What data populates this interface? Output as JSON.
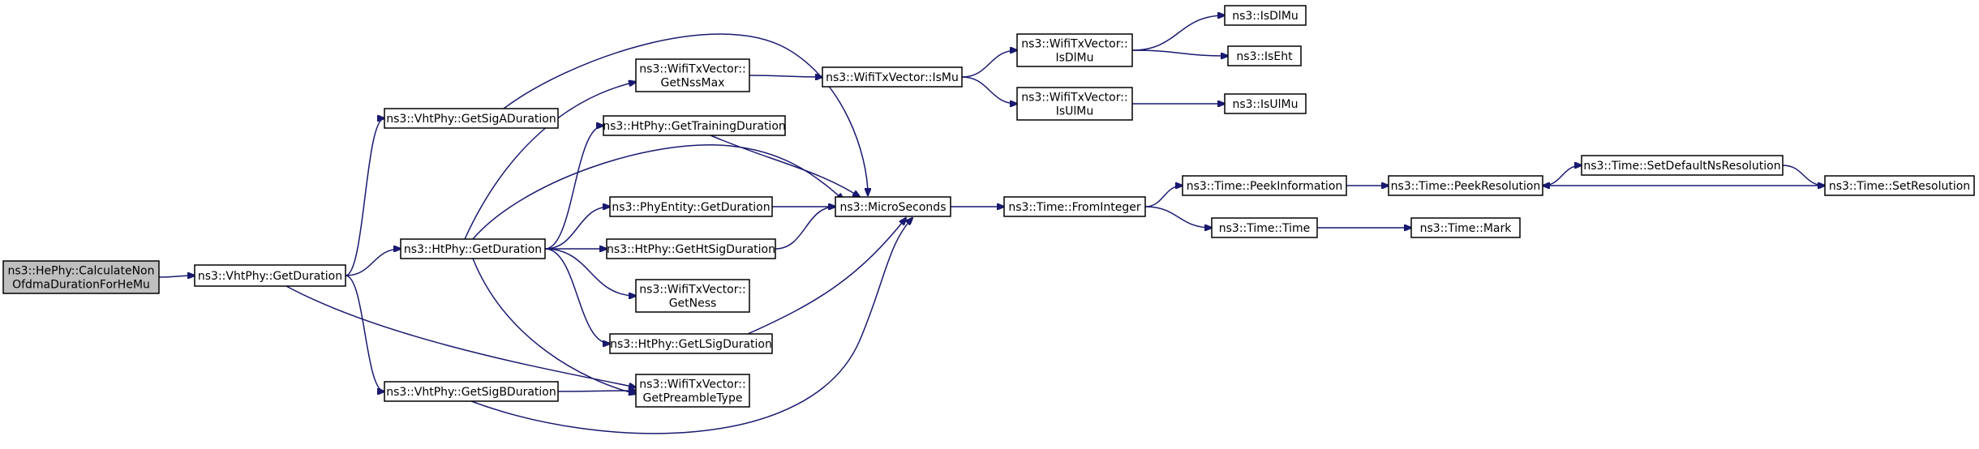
{
  "colors": {
    "edge": "#191970",
    "node_fill": "#ffffff",
    "root_fill": "#bfbfbf",
    "border": "#000000"
  },
  "nodes": {
    "calc": {
      "lines": [
        "ns3::HePhy::CalculateNon",
        "OfdmaDurationForHeMu"
      ]
    },
    "vht_getdur": {
      "lines": [
        "ns3::VhtPhy::GetDuration"
      ]
    },
    "vht_siga": {
      "lines": [
        "ns3::VhtPhy::GetSigADuration"
      ]
    },
    "ht_getdur": {
      "lines": [
        "ns3::HtPhy::GetDuration"
      ]
    },
    "vht_sigb": {
      "lines": [
        "ns3::VhtPhy::GetSigBDuration"
      ]
    },
    "wtv_nssmax": {
      "lines": [
        "ns3::WifiTxVector::",
        "GetNssMax"
      ]
    },
    "ht_training": {
      "lines": [
        "ns3::HtPhy::GetTrainingDuration"
      ]
    },
    "phyent_dur": {
      "lines": [
        "ns3::PhyEntity::GetDuration"
      ]
    },
    "ht_htsig": {
      "lines": [
        "ns3::HtPhy::GetHtSigDuration"
      ]
    },
    "wtv_ness": {
      "lines": [
        "ns3::WifiTxVector::",
        "GetNess"
      ]
    },
    "ht_lsig": {
      "lines": [
        "ns3::HtPhy::GetLSigDuration"
      ]
    },
    "wtv_preamble": {
      "lines": [
        "ns3::WifiTxVector::",
        "GetPreambleType"
      ]
    },
    "wtv_ismu": {
      "lines": [
        "ns3::WifiTxVector::IsMu"
      ]
    },
    "microseconds": {
      "lines": [
        "ns3::MicroSeconds"
      ]
    },
    "wtv_isdlmu": {
      "lines": [
        "ns3::WifiTxVector::",
        "IsDlMu"
      ]
    },
    "wtv_isulmu": {
      "lines": [
        "ns3::WifiTxVector::",
        "IsUlMu"
      ]
    },
    "isdlmu": {
      "lines": [
        "ns3::IsDlMu"
      ]
    },
    "iseht": {
      "lines": [
        "ns3::IsEht"
      ]
    },
    "isulmu": {
      "lines": [
        "ns3::IsUlMu"
      ]
    },
    "time_fromint": {
      "lines": [
        "ns3::Time::FromInteger"
      ]
    },
    "time_peekinfo": {
      "lines": [
        "ns3::Time::PeekInformation"
      ]
    },
    "time_time": {
      "lines": [
        "ns3::Time::Time"
      ]
    },
    "time_peekres": {
      "lines": [
        "ns3::Time::PeekResolution"
      ]
    },
    "time_mark": {
      "lines": [
        "ns3::Time::Mark"
      ]
    },
    "time_setdef": {
      "lines": [
        "ns3::Time::SetDefaultNsResolution"
      ]
    },
    "time_setres": {
      "lines": [
        "ns3::Time::SetResolution"
      ]
    }
  },
  "edges": [
    [
      "calc",
      "vht_getdur"
    ],
    [
      "vht_getdur",
      "vht_siga"
    ],
    [
      "vht_getdur",
      "ht_getdur"
    ],
    [
      "vht_getdur",
      "vht_sigb"
    ],
    [
      "vht_getdur",
      "wtv_preamble"
    ],
    [
      "vht_siga",
      "microseconds"
    ],
    [
      "ht_getdur",
      "wtv_nssmax"
    ],
    [
      "ht_getdur",
      "ht_training"
    ],
    [
      "ht_getdur",
      "microseconds"
    ],
    [
      "ht_getdur",
      "phyent_dur"
    ],
    [
      "ht_getdur",
      "ht_htsig"
    ],
    [
      "ht_getdur",
      "wtv_ness"
    ],
    [
      "ht_getdur",
      "ht_lsig"
    ],
    [
      "ht_getdur",
      "wtv_preamble"
    ],
    [
      "vht_sigb",
      "wtv_preamble"
    ],
    [
      "vht_sigb",
      "microseconds"
    ],
    [
      "wtv_nssmax",
      "wtv_ismu"
    ],
    [
      "ht_training",
      "microseconds"
    ],
    [
      "phyent_dur",
      "microseconds"
    ],
    [
      "ht_htsig",
      "microseconds"
    ],
    [
      "ht_lsig",
      "microseconds"
    ],
    [
      "wtv_ismu",
      "wtv_isdlmu"
    ],
    [
      "wtv_ismu",
      "wtv_isulmu"
    ],
    [
      "wtv_isdlmu",
      "isdlmu"
    ],
    [
      "wtv_isdlmu",
      "iseht"
    ],
    [
      "wtv_isulmu",
      "isulmu"
    ],
    [
      "microseconds",
      "time_fromint"
    ],
    [
      "time_fromint",
      "time_peekinfo"
    ],
    [
      "time_fromint",
      "time_time"
    ],
    [
      "time_peekinfo",
      "time_peekres"
    ],
    [
      "time_time",
      "time_mark"
    ],
    [
      "time_peekres",
      "time_setdef"
    ],
    [
      "time_setdef",
      "time_setres"
    ],
    [
      "time_setres",
      "time_peekres"
    ]
  ]
}
